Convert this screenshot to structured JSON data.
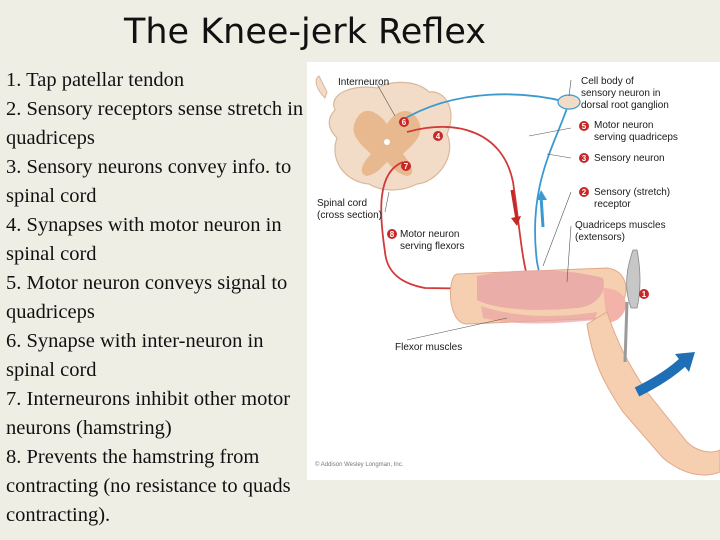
{
  "title": "The Knee-jerk Reflex",
  "steps": [
    "1.  Tap patellar tendon",
    "2.  Sensory receptors sense stretch in quadriceps",
    "3.  Sensory neurons convey info. to spinal cord",
    "4.  Synapses with motor neuron in spinal cord",
    "5.  Motor neuron conveys signal to quadriceps",
    "6.  Synapse with inter-neuron in spinal cord",
    "7.  Interneurons inhibit other motor neurons (hamstring)",
    "8.  Prevents the hamstring from contracting (no resistance to quads contracting)."
  ],
  "figure": {
    "labels": {
      "interneuron": "Interneuron",
      "cell_body_1": "Cell body of",
      "cell_body_2": "sensory neuron in",
      "cell_body_3": "dorsal root ganglion",
      "motor_quads_1": "Motor neuron",
      "motor_quads_2": "serving quadriceps",
      "sensory_neuron": "Sensory neuron",
      "stretch_receptor_1": "Sensory (stretch)",
      "stretch_receptor_2": "receptor",
      "quad_muscles_1": "Quadriceps muscles",
      "quad_muscles_2": "(extensors)",
      "spinal_cord_1": "Spinal cord",
      "spinal_cord_2": "(cross section)",
      "motor_flexors_1": "Motor neuron",
      "motor_flexors_2": "serving flexors",
      "flexor_muscles": "Flexor muscles",
      "copyright": "© Addison Wesley Longman, Inc."
    },
    "step_numbers": [
      "1",
      "2",
      "3",
      "4",
      "5",
      "6",
      "7",
      "8"
    ],
    "colors": {
      "sensory": "#3a9ad0",
      "motor": "#d23a3a",
      "marker": "#c62828",
      "tissue": "#f2dcc7",
      "gray_matter": "#e8b98f",
      "leg": "#f6cfb0",
      "muscle": "#e9a7a6",
      "arrow": "#1f6fb6"
    }
  }
}
